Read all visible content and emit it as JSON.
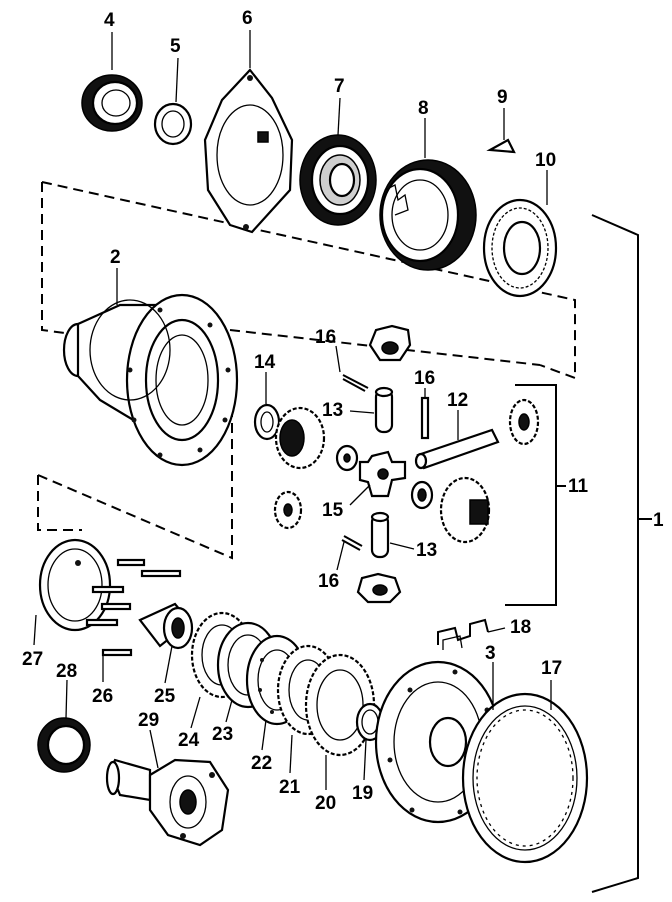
{
  "diagram": {
    "callouts": {
      "c1": "1",
      "c2": "2",
      "c3": "3",
      "c4": "4",
      "c5": "5",
      "c6": "6",
      "c7": "7",
      "c8": "8",
      "c9": "9",
      "c10": "10",
      "c11": "11",
      "c12": "12",
      "c13a": "13",
      "c13b": "13",
      "c14": "14",
      "c15": "15",
      "c16a": "16",
      "c16b": "16",
      "c16c": "16",
      "c17": "17",
      "c18": "18",
      "c19": "19",
      "c20": "20",
      "c21": "21",
      "c22": "22",
      "c23": "23",
      "c24": "24",
      "c25": "25",
      "c26": "26",
      "c27": "27",
      "c28": "28",
      "c29": "29"
    },
    "colors": {
      "line": "#000000",
      "background": "#ffffff",
      "shade": "#cfcfcf"
    }
  }
}
